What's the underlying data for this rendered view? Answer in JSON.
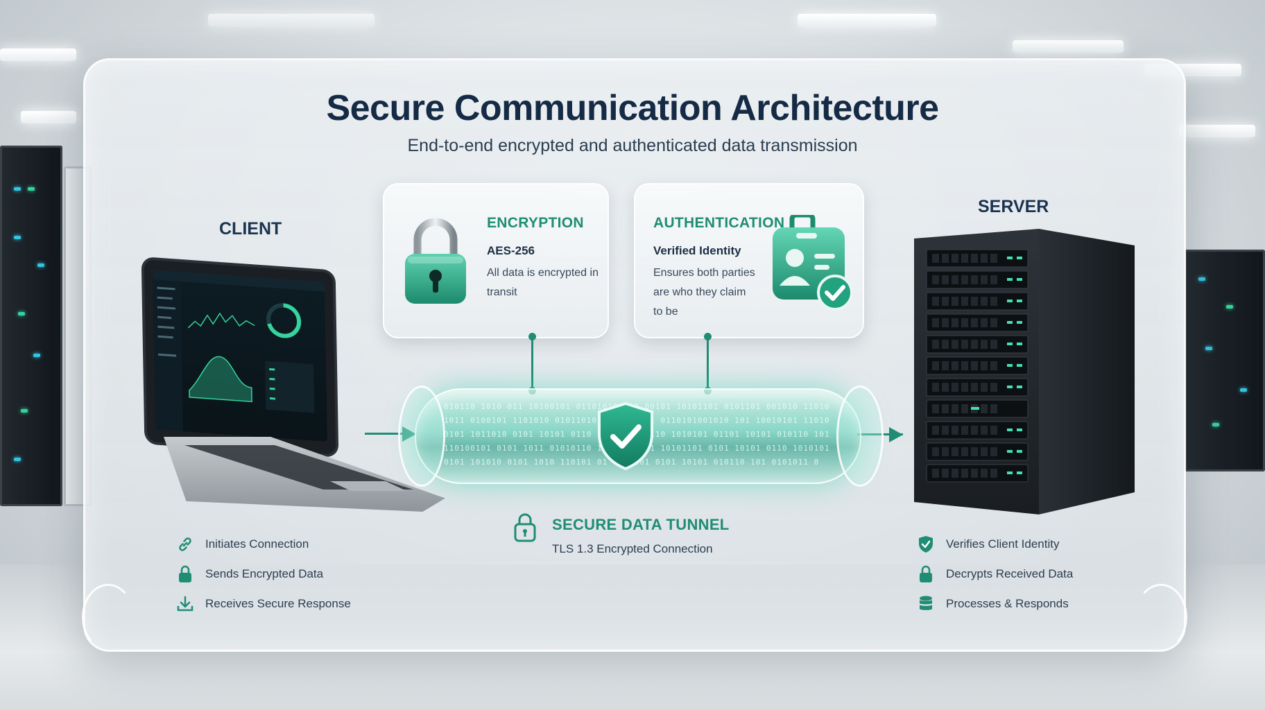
{
  "title": "Secure Communication Architecture",
  "subtitle": "End-to-end encrypted and authenticated data transmission",
  "client": {
    "label": "CLIENT",
    "items": [
      {
        "icon": "link-icon",
        "text": "Initiates Connection"
      },
      {
        "icon": "lock-icon",
        "text": "Sends Encrypted Data"
      },
      {
        "icon": "download-icon",
        "text": "Receives Secure Response"
      }
    ]
  },
  "server": {
    "label": "SERVER",
    "items": [
      {
        "icon": "shield-check-icon",
        "text": "Verifies Client Identity"
      },
      {
        "icon": "lock-icon",
        "text": "Decrypts Received Data"
      },
      {
        "icon": "database-icon",
        "text": "Processes & Responds"
      }
    ]
  },
  "encryption": {
    "title": "ENCRYPTION",
    "sub": "AES-256",
    "desc": "All data is encrypted in transit",
    "icon": "padlock-icon"
  },
  "authentication": {
    "title": "AUTHENTICATION",
    "sub": "Verified Identity",
    "desc": "Ensures both parties are who they claim to be",
    "icon": "id-badge-icon"
  },
  "tunnel": {
    "title": "SECURE DATA TUNNEL",
    "sub": "TLS 1.3 Encrypted Connection",
    "icon": "shield-check-icon"
  },
  "colors": {
    "accent": "#1f8d73",
    "title": "#152a44",
    "tunnel": "#40c7a8"
  }
}
